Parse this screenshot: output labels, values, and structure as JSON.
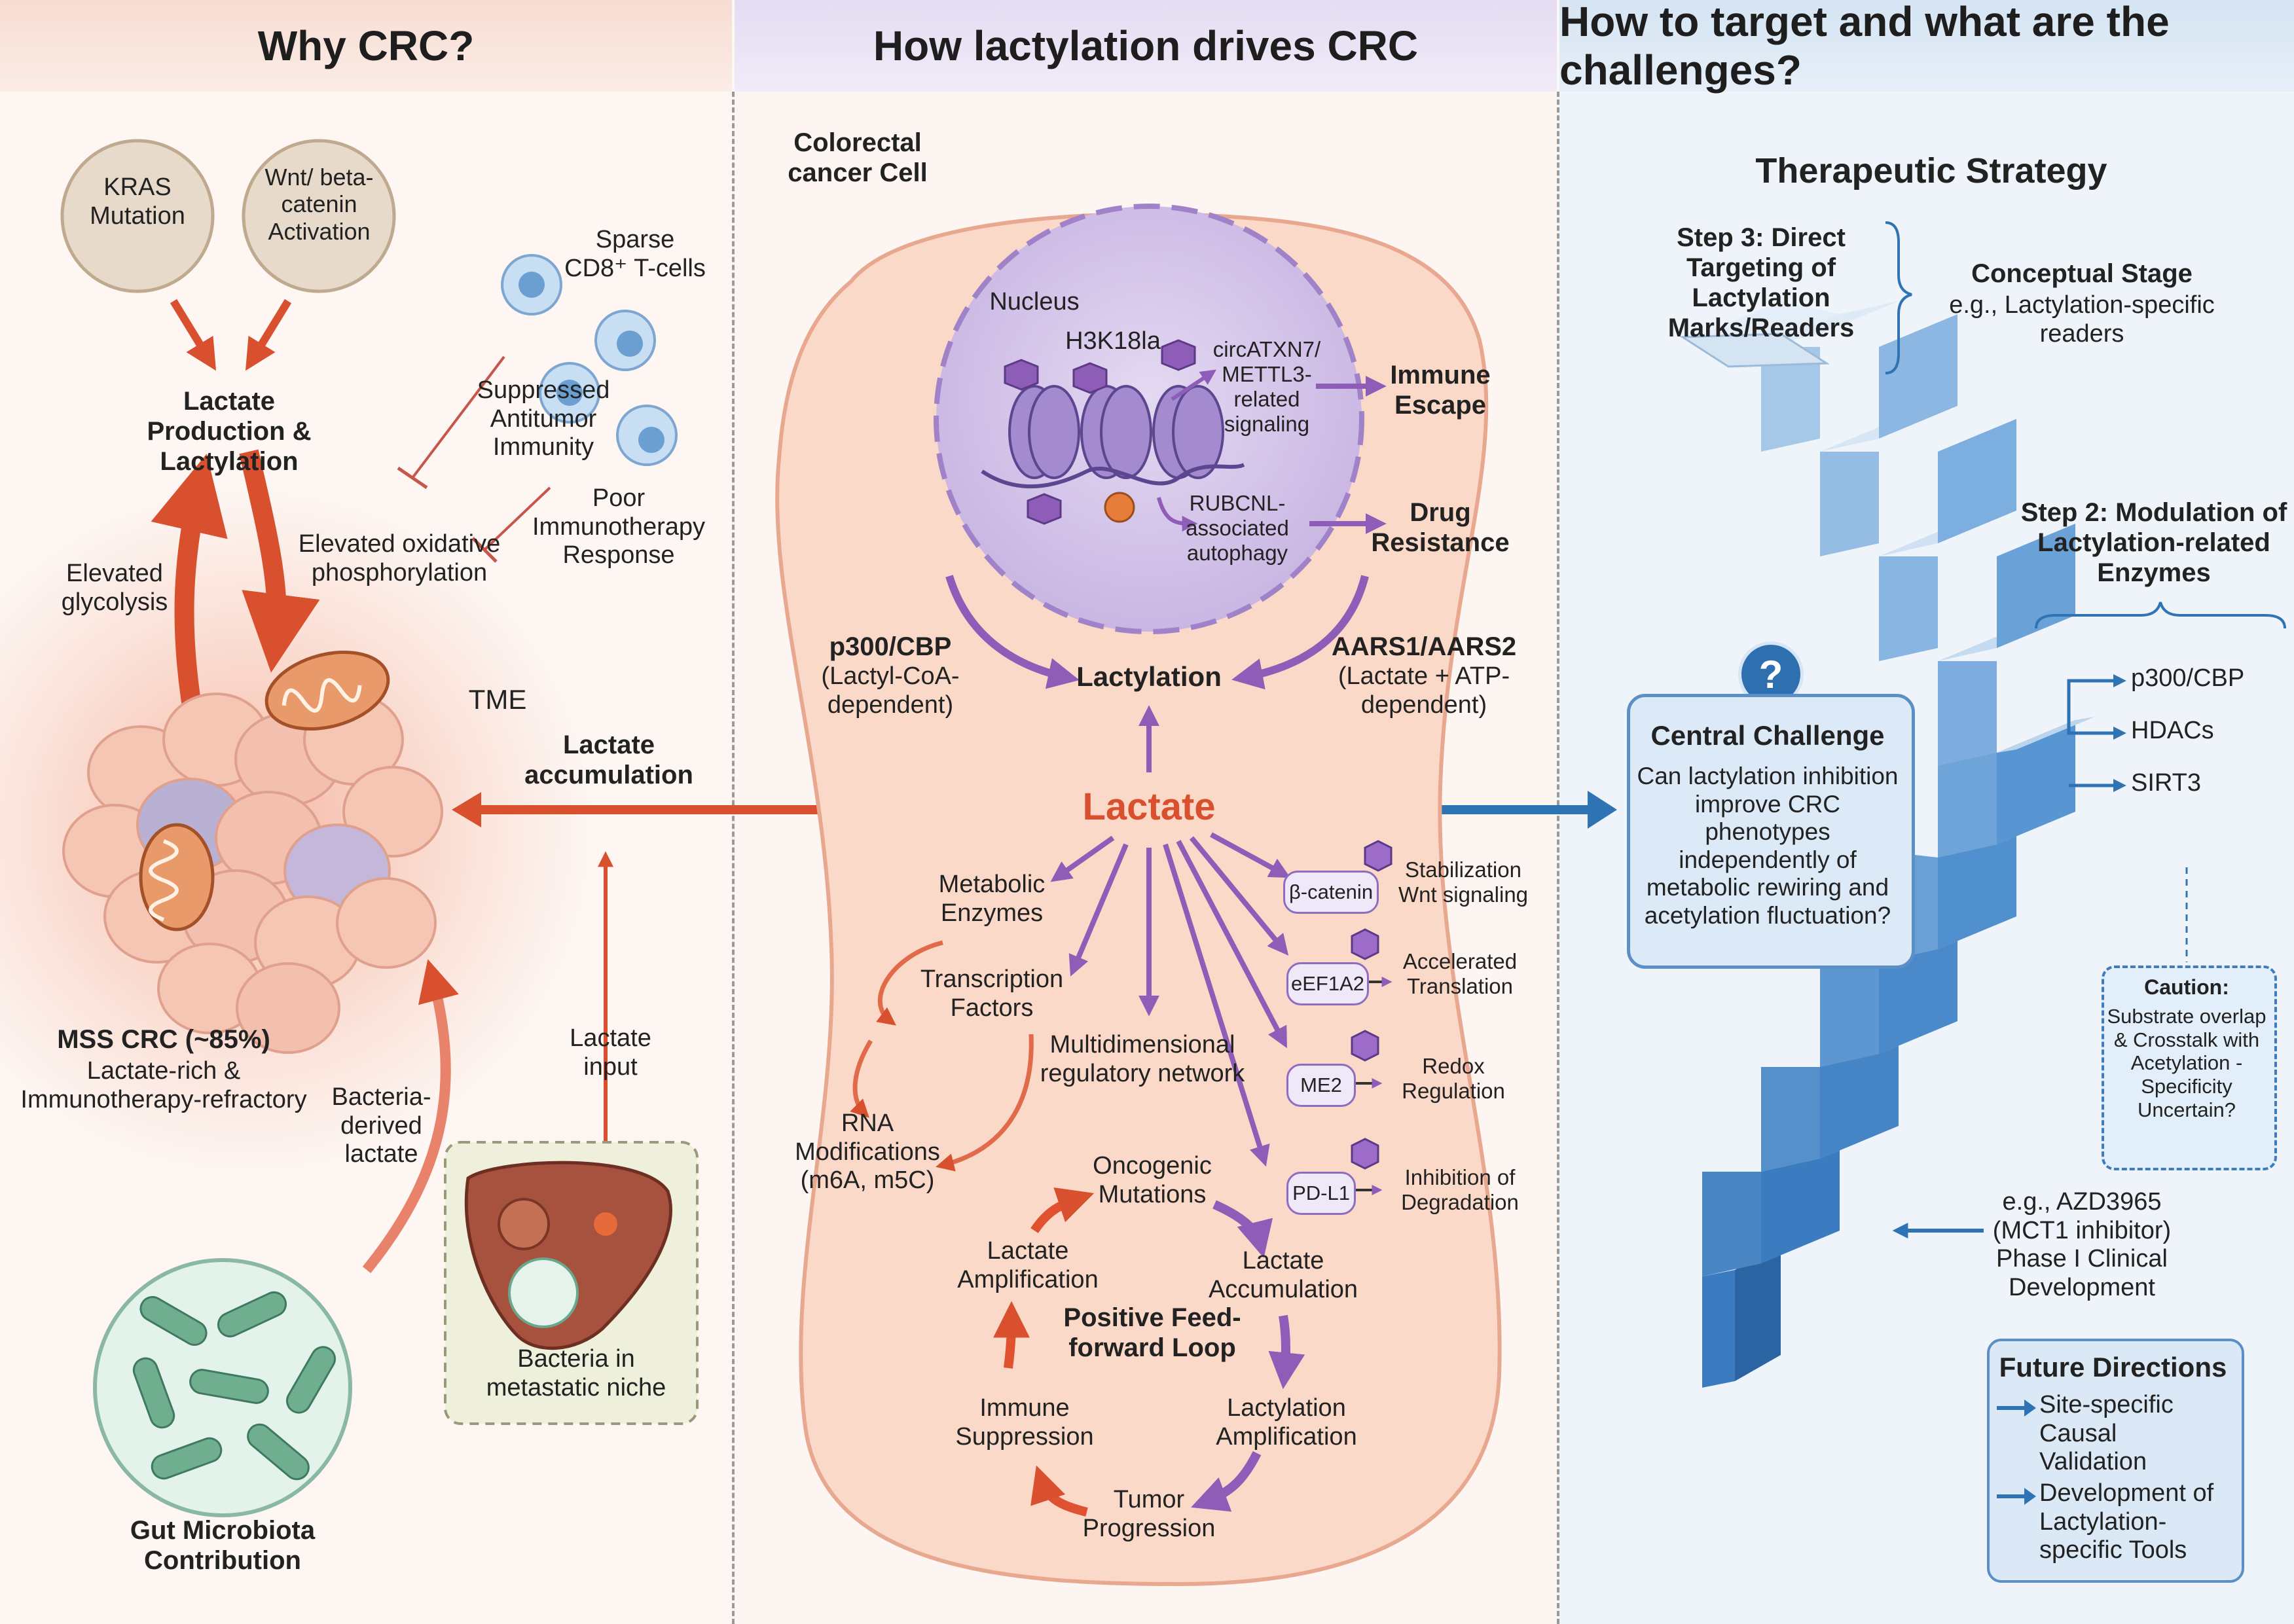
{
  "headers": {
    "left": "Why CRC?",
    "middle": "How lactylation drives CRC",
    "right": "How to target and what are the challenges?"
  },
  "colors": {
    "left_header_bg": "#f8e4dc",
    "middle_header_bg": "#e8e2f2",
    "right_header_bg": "#dde9f5",
    "lactate_orange": "#d9502e",
    "lactylation_purple": "#8e5db8",
    "therapy_blue": "#2e74b5"
  },
  "left": {
    "kras": "KRAS Mutation",
    "wnt": "Wnt/ beta-catenin Activation",
    "lactate_production": "Lactate Production & Lactylation",
    "sparse_cd8": "Sparse CD8⁺ T-cells",
    "suppressed_immunity": "Suppressed Antitumor Immunity",
    "poor_response": "Poor Immunotherapy Response",
    "elevated_glycolysis": "Elevated glycolysis",
    "elevated_oxphos": "Elevated oxidative phosphorylation",
    "tme": "TME",
    "lactate_accumulation": "Lactate accumulation",
    "mss_title": "MSS CRC (~85%)",
    "mss_desc": "Lactate-rich & Immunotherapy-refractory",
    "bacteria_lactate": "Bacteria- derived lactate",
    "lactate_input": "Lactate input",
    "bacteria_niche": "Bacteria in metastatic niche",
    "gut_microbiota": "Gut Microbiota Contribution"
  },
  "middle": {
    "cell_label": "Colorectal cancer Cell",
    "nucleus": "Nucleus",
    "h3k18la": "H3K18la",
    "circ": "circATXN7/ METTL3- related signaling",
    "immune_escape": "Immune Escape",
    "rubcnl": "RUBCNL- associated autophagy",
    "drug_resistance": "Drug Resistance",
    "p300_title": "p300/CBP",
    "p300_sub": "(Lactyl-CoA- dependent)",
    "lactylation": "Lactylation",
    "aars_title": "AARS1/AARS2",
    "aars_sub": "(Lactate + ATP- dependent)",
    "lactate": "Lactate",
    "metabolic_enzymes": "Metabolic Enzymes",
    "transcription_factors": "Transcription Factors",
    "rna_mod": "RNA Modifications (m6A, m5C)",
    "multidim": "Multidimensional regulatory network",
    "targets": [
      {
        "protein": "β-catenin",
        "effect": "Stabilization Wnt signaling"
      },
      {
        "protein": "eEF1A2",
        "effect": "Accelerated Translation"
      },
      {
        "protein": "ME2",
        "effect": "Redox Regulation"
      },
      {
        "protein": "PD-L1",
        "effect": "Inhibition of Degradation"
      }
    ],
    "loop": {
      "oncogenic": "Oncogenic Mutations",
      "lactate_accum": "Lactate Accumulation",
      "lactylation_amp": "Lactylation Amplification",
      "tumor_prog": "Tumor Progression",
      "immune_supp": "Immune Suppression",
      "lactate_amp": "Lactate Amplification",
      "center": "Positive Feed-forward Loop"
    }
  },
  "right": {
    "strategy_title": "Therapeutic Strategy",
    "step3": "Step 3: Direct Targeting of Lactylation Marks/Readers",
    "conceptual_title": "Conceptual Stage",
    "conceptual_desc": "e.g., Lactylation-specific readers",
    "step2": "Step 2: Modulation of Lactylation-related Enzymes",
    "enzymes": [
      "p300/CBP",
      "HDACs",
      "SIRT3"
    ],
    "question_mark": "?",
    "challenge_title": "Central Challenge",
    "challenge_text": "Can lactylation inhibition improve CRC phenotypes independently of metabolic rewiring and acetylation fluctuation?",
    "caution_title": "Caution:",
    "caution_text": "Substrate overlap & Crosstalk with Acetylation - Specificity Uncertain?",
    "azd": "e.g., AZD3965 (MCT1 inhibitor) Phase I Clinical Development",
    "future_title": "Future Directions",
    "future_items": [
      "Site-specific Causal Validation",
      "Development of Lactylation-specific Tools"
    ]
  }
}
